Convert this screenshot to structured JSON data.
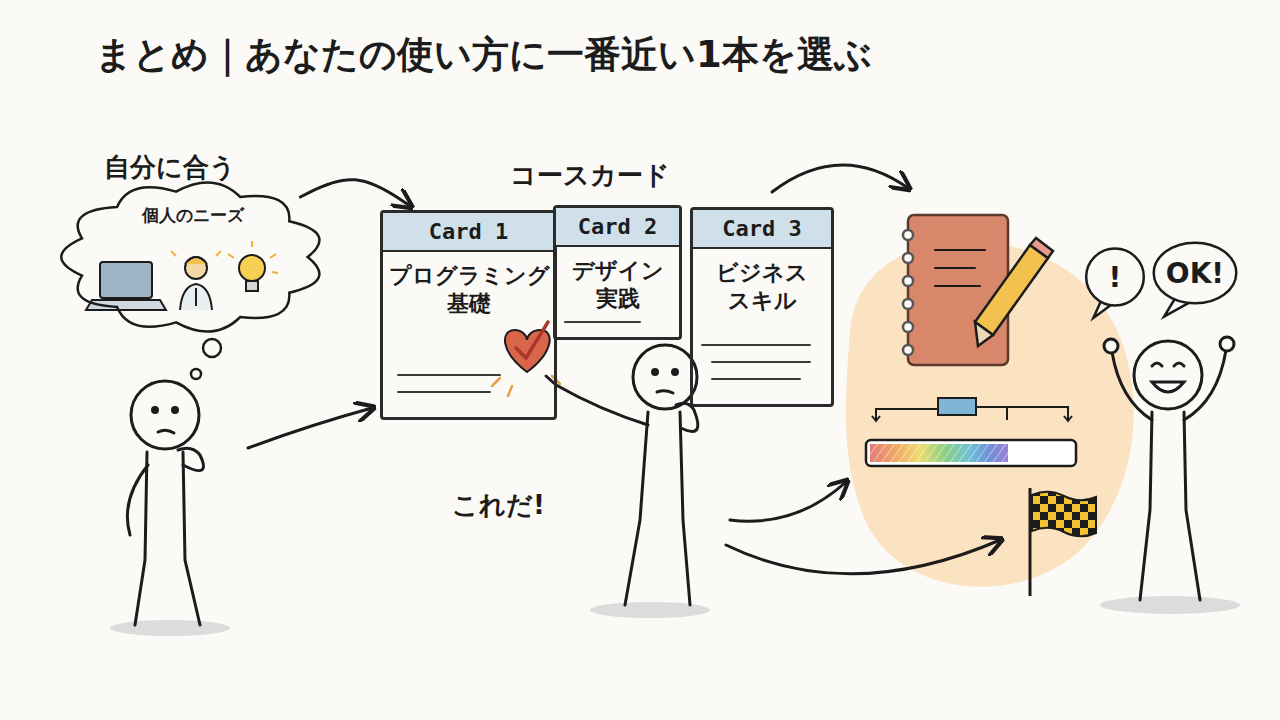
{
  "diagram": {
    "title": "まとめ｜あなたの使い方に一番近い1本を選ぶ",
    "nodes": [
      {
        "text": [
          "個人のニーズ"
        ]
      },
      {
        "text": [
          "Card 1",
          "プログラミング 基礎"
        ]
      },
      {
        "text": [
          "Card 2",
          "デザイン 実践"
        ]
      },
      {
        "text": [
          "Card 3",
          "ビジネス スキル"
        ]
      },
      {
        "text": [
          "!"
        ]
      },
      {
        "text": [
          "OK!"
        ]
      }
    ],
    "edges": [
      {
        "from": 0,
        "to": 1,
        "arrow": "to"
      }
    ],
    "labels": [
      "自分に合う",
      "コースカード",
      "これだ!"
    ]
  }
}
